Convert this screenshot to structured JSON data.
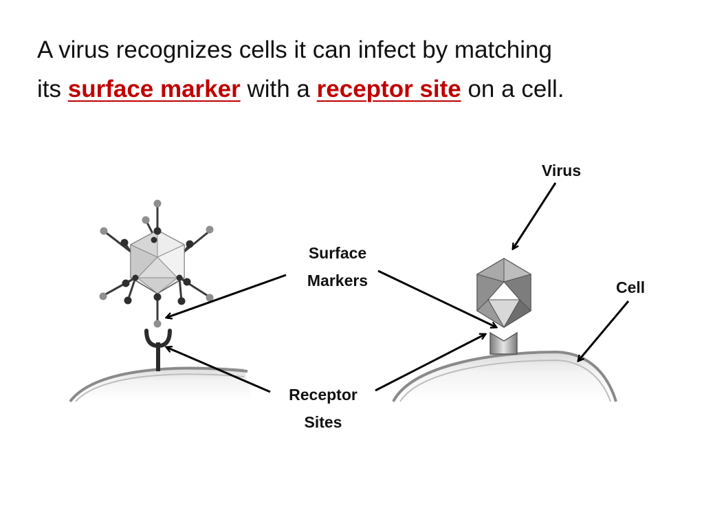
{
  "headline": {
    "line1": "A virus recognizes cells it can infect by matching",
    "line2_prefix": "its",
    "term_surface": "surface marker",
    "line2_middle": "with a",
    "term_receptor": "receptor site",
    "line2_suffix": "on a cell."
  },
  "labels": {
    "virus": "Virus",
    "cell": "Cell",
    "surface_markers_line1": "Surface",
    "surface_markers_line2": "Markers",
    "receptor_sites_line1": "Receptor",
    "receptor_sites_line2": "Sites"
  },
  "colors": {
    "emphasis": "#c00000",
    "text": "#111111",
    "arrow": "#000000"
  }
}
